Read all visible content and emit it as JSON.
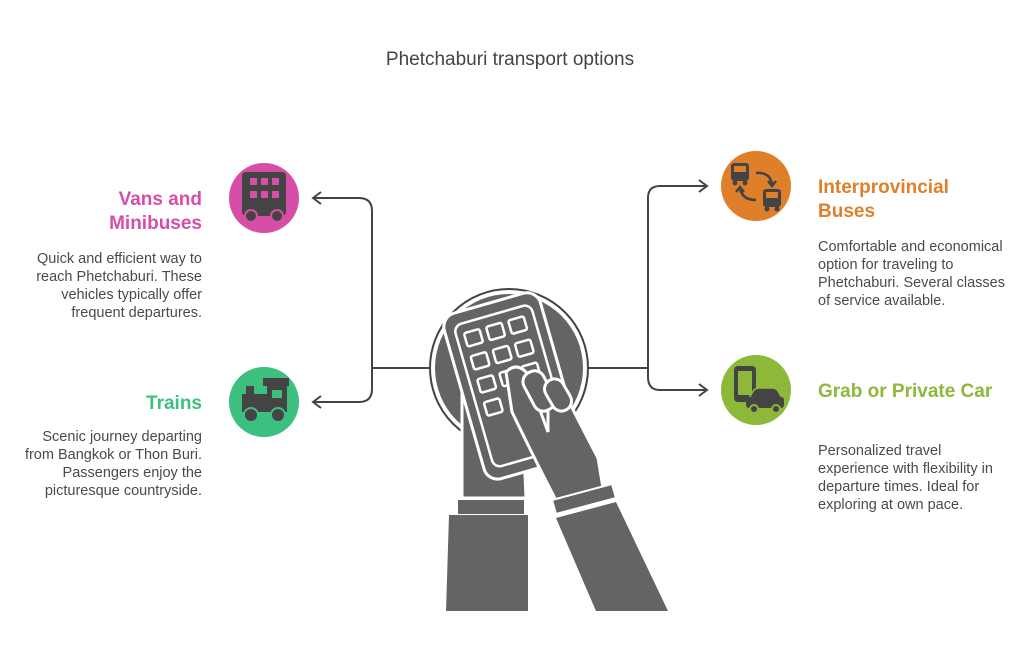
{
  "title": "Phetchaburi transport options",
  "colors": {
    "vans": "#d64ea8",
    "trains": "#3dbf7f",
    "buses": "#e07f2a",
    "car": "#8db83a",
    "hand": "#646464",
    "connector": "#444444"
  },
  "options": {
    "vans": {
      "heading": "Vans and Minibuses",
      "description": "Quick and efficient way to reach Phetchaburi. These vehicles typically offer frequent departures.",
      "icon": "double-decker-bus-icon"
    },
    "trains": {
      "heading": "Trains",
      "description": "Scenic journey departing from Bangkok or Thon Buri. Passengers enjoy the picturesque countryside.",
      "icon": "train-icon"
    },
    "buses": {
      "heading": "Interprovincial Buses",
      "description": "Comfortable and economical option for traveling to Phetchaburi. Several classes of service available.",
      "icon": "bus-transfer-icon"
    },
    "car": {
      "heading": "Grab or Private Car",
      "description": "Personalized travel experience with flexibility in departure times. Ideal for exploring at own pace.",
      "icon": "phone-car-icon"
    }
  },
  "center_icon": "hand-holding-phone-icon"
}
